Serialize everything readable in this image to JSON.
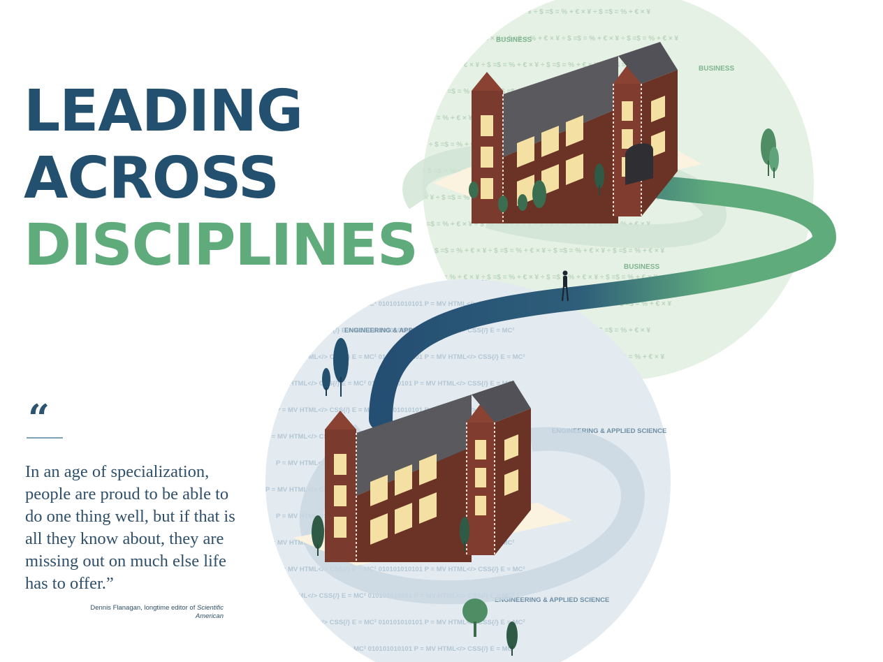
{
  "headline": {
    "line1": "LEADING",
    "line2": "ACROSS",
    "line3": "DISCIPLINES"
  },
  "colors": {
    "navy": "#24506f",
    "green": "#5fab7c",
    "quote_text": "#2f4f6a"
  },
  "quote": {
    "mark": "“",
    "text": "In an age of specialization, people are proud to be able to do one thing well, but if that is all they know about, they are missing out on much else life has to offer.”",
    "attribution_prefix": "Dennis Flanagan, longtime editor of ",
    "attribution_publication": "Scientific American"
  },
  "illustration": {
    "business_label": "BUSINESS",
    "engineering_label": "ENGINEERING & APPLIED SCIENCE",
    "business_pattern": "+ € × ¥ ÷ $ =$ = % + € × ¥ ÷ $ =$ = % + € × ¥ ÷ $ =$ = % + € × ¥ ÷ $ =$ = % + € × ¥",
    "engineering_pattern": "P = MV  HTML</>  CSS{/}  E = MC²  010101010101  P = MV  HTML</>  CSS{/}  E = MC²"
  }
}
